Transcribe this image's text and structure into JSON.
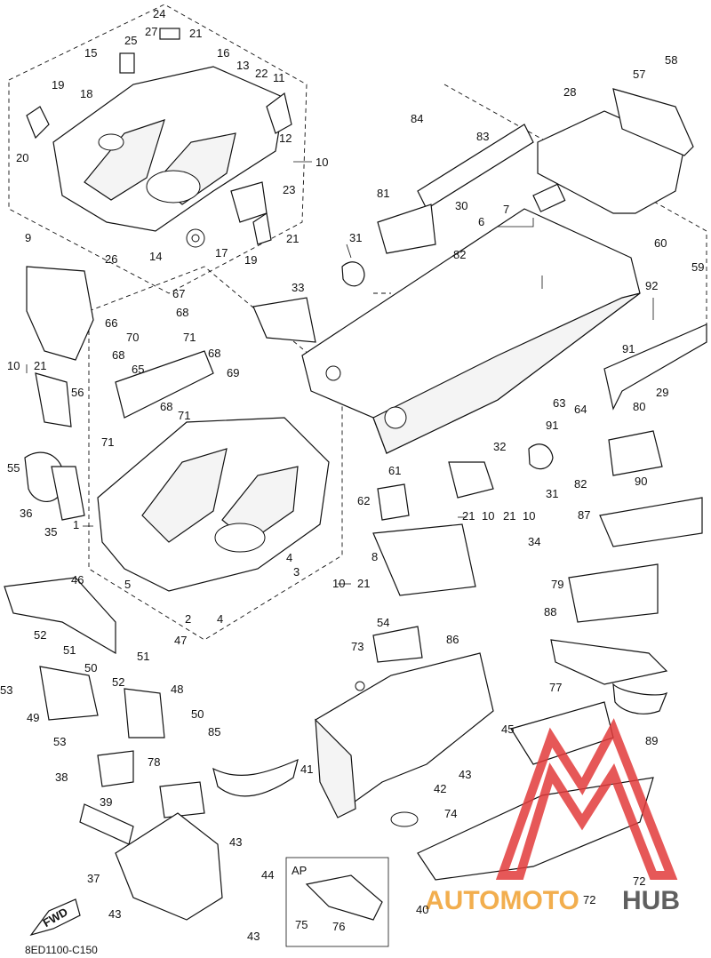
{
  "diagram": {
    "drawing_code": "8ED1100-C150",
    "direction_label": "FWD",
    "inset_label": "AP",
    "watermark": {
      "part_a": "AUTOMOTO",
      "part_b": "HUB",
      "color_a": "#f0a030",
      "color_b": "#444444",
      "logo_color": "#e23b3b"
    },
    "callouts": [
      {
        "id": "c24",
        "text": "24"
      },
      {
        "id": "c27",
        "text": "27"
      },
      {
        "id": "c25",
        "text": "25"
      },
      {
        "id": "c21a",
        "text": "21"
      },
      {
        "id": "c15",
        "text": "15"
      },
      {
        "id": "c16",
        "text": "16"
      },
      {
        "id": "c13",
        "text": "13"
      },
      {
        "id": "c22",
        "text": "22"
      },
      {
        "id": "c11",
        "text": "11"
      },
      {
        "id": "c19a",
        "text": "19"
      },
      {
        "id": "c18",
        "text": "18"
      },
      {
        "id": "c12",
        "text": "12"
      },
      {
        "id": "c10a",
        "text": "10"
      },
      {
        "id": "c20",
        "text": "20"
      },
      {
        "id": "c23",
        "text": "23"
      },
      {
        "id": "c21b",
        "text": "21"
      },
      {
        "id": "c14",
        "text": "14"
      },
      {
        "id": "c17",
        "text": "17"
      },
      {
        "id": "c19b",
        "text": "19"
      },
      {
        "id": "c9",
        "text": "9"
      },
      {
        "id": "c26",
        "text": "26"
      },
      {
        "id": "c33",
        "text": "33"
      },
      {
        "id": "c67",
        "text": "67"
      },
      {
        "id": "c66",
        "text": "66"
      },
      {
        "id": "c68a",
        "text": "68"
      },
      {
        "id": "c70",
        "text": "70"
      },
      {
        "id": "c71a",
        "text": "71"
      },
      {
        "id": "c10b",
        "text": "10"
      },
      {
        "id": "c21c",
        "text": "21"
      },
      {
        "id": "c68b",
        "text": "68"
      },
      {
        "id": "c65",
        "text": "65"
      },
      {
        "id": "c68c",
        "text": "68"
      },
      {
        "id": "c69",
        "text": "69"
      },
      {
        "id": "c56",
        "text": "56"
      },
      {
        "id": "c68d",
        "text": "68"
      },
      {
        "id": "c71b",
        "text": "71"
      },
      {
        "id": "c71c",
        "text": "71"
      },
      {
        "id": "c55",
        "text": "55"
      },
      {
        "id": "c36",
        "text": "36"
      },
      {
        "id": "c35",
        "text": "35"
      },
      {
        "id": "c1",
        "text": "1"
      },
      {
        "id": "c5",
        "text": "5"
      },
      {
        "id": "c4a",
        "text": "4"
      },
      {
        "id": "c3",
        "text": "3"
      },
      {
        "id": "c46",
        "text": "46"
      },
      {
        "id": "c2",
        "text": "2"
      },
      {
        "id": "c4b",
        "text": "4"
      },
      {
        "id": "c47",
        "text": "47"
      },
      {
        "id": "c52a",
        "text": "52"
      },
      {
        "id": "c51a",
        "text": "51"
      },
      {
        "id": "c50a",
        "text": "50"
      },
      {
        "id": "c53a",
        "text": "53"
      },
      {
        "id": "c49",
        "text": "49"
      },
      {
        "id": "c51b",
        "text": "51"
      },
      {
        "id": "c52b",
        "text": "52"
      },
      {
        "id": "c48",
        "text": "48"
      },
      {
        "id": "c50b",
        "text": "50"
      },
      {
        "id": "c53b",
        "text": "53"
      },
      {
        "id": "c38",
        "text": "38"
      },
      {
        "id": "c39",
        "text": "39"
      },
      {
        "id": "c78",
        "text": "78"
      },
      {
        "id": "c85",
        "text": "85"
      },
      {
        "id": "c43a",
        "text": "43"
      },
      {
        "id": "c37",
        "text": "37"
      },
      {
        "id": "c44",
        "text": "44"
      },
      {
        "id": "c43b",
        "text": "43"
      },
      {
        "id": "c43c",
        "text": "43"
      },
      {
        "id": "c84",
        "text": "84"
      },
      {
        "id": "c83",
        "text": "83"
      },
      {
        "id": "c28",
        "text": "28"
      },
      {
        "id": "c57",
        "text": "57"
      },
      {
        "id": "c58",
        "text": "58"
      },
      {
        "id": "c30",
        "text": "30"
      },
      {
        "id": "c81",
        "text": "81"
      },
      {
        "id": "c6",
        "text": "6"
      },
      {
        "id": "c7",
        "text": "7"
      },
      {
        "id": "c31a",
        "text": "31"
      },
      {
        "id": "c82a",
        "text": "82"
      },
      {
        "id": "c60",
        "text": "60"
      },
      {
        "id": "c59",
        "text": "59"
      },
      {
        "id": "c92",
        "text": "92"
      },
      {
        "id": "c91a",
        "text": "91"
      },
      {
        "id": "c63",
        "text": "63"
      },
      {
        "id": "c64",
        "text": "64"
      },
      {
        "id": "c29",
        "text": "29"
      },
      {
        "id": "c91b",
        "text": "91"
      },
      {
        "id": "c80",
        "text": "80"
      },
      {
        "id": "c32",
        "text": "32"
      },
      {
        "id": "c61",
        "text": "61"
      },
      {
        "id": "c31b",
        "text": "31"
      },
      {
        "id": "c82b",
        "text": "82"
      },
      {
        "id": "c90",
        "text": "90"
      },
      {
        "id": "c62",
        "text": "62"
      },
      {
        "id": "c21d",
        "text": "21"
      },
      {
        "id": "c10c",
        "text": "10"
      },
      {
        "id": "c21e",
        "text": "21"
      },
      {
        "id": "c10d",
        "text": "10"
      },
      {
        "id": "c87",
        "text": "87"
      },
      {
        "id": "c34",
        "text": "34"
      },
      {
        "id": "c8",
        "text": "8"
      },
      {
        "id": "c10e",
        "text": "10"
      },
      {
        "id": "c21f",
        "text": "21"
      },
      {
        "id": "c79",
        "text": "79"
      },
      {
        "id": "c54",
        "text": "54"
      },
      {
        "id": "c88",
        "text": "88"
      },
      {
        "id": "c86",
        "text": "86"
      },
      {
        "id": "c73",
        "text": "73"
      },
      {
        "id": "c77",
        "text": "77"
      },
      {
        "id": "c89",
        "text": "89"
      },
      {
        "id": "c45",
        "text": "45"
      },
      {
        "id": "c41",
        "text": "41"
      },
      {
        "id": "c43d",
        "text": "43"
      },
      {
        "id": "c42",
        "text": "42"
      },
      {
        "id": "c74",
        "text": "74"
      },
      {
        "id": "c75",
        "text": "75"
      },
      {
        "id": "c76",
        "text": "76"
      },
      {
        "id": "c72a",
        "text": "72"
      },
      {
        "id": "c72b",
        "text": "72"
      },
      {
        "id": "c40",
        "text": "40"
      }
    ]
  }
}
